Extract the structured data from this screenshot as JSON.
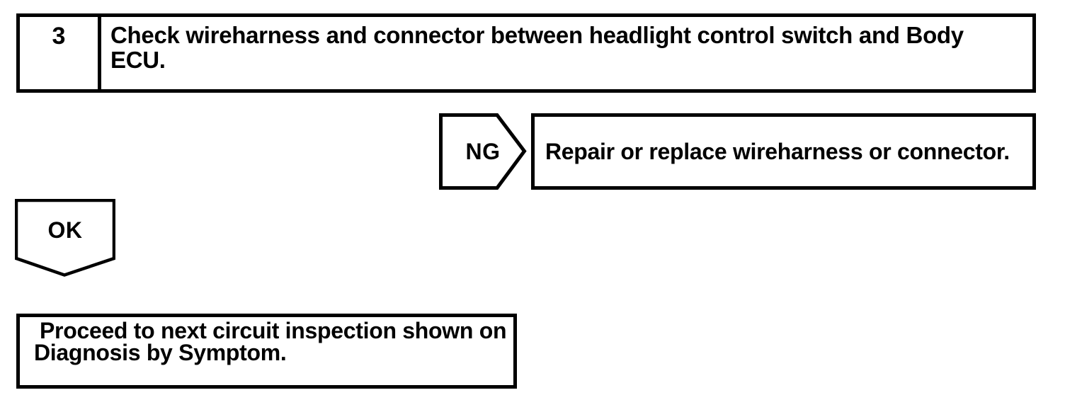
{
  "page": {
    "kind": "diagnostic flowchart",
    "ink_color": "#000000",
    "paper_color": "#ffffff"
  },
  "step": {
    "number": "3",
    "instruction_lines": [
      "Check wireharness and connector between headlight control switch and Body",
      "ECU."
    ]
  },
  "ng_branch": {
    "label": "NG",
    "action": "Repair or replace wireharness or connector."
  },
  "ok_branch": {
    "label": "OK",
    "action_lines": [
      "Proceed to next circuit inspection shown on",
      "Diagnosis by Symptom."
    ]
  }
}
